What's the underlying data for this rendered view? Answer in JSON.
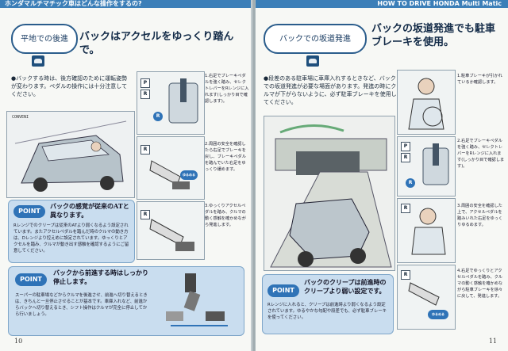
{
  "left": {
    "top_band": "ホンダマルチマチック車はどんな操作をするの?",
    "head_oval": "平地での後進",
    "headline": "バックはアクセルをゆっくり踏んで。",
    "lead": "●バックする時は、後方確認のために運転姿勢が変わります。ペダルの操作には十分注意してください。",
    "sign_text": "CONVENI",
    "steps": [
      "1.右足でブレーキペダルを強く踏み、セレクトレバーをRレンジに入れます(しっかり目で確認します)。",
      "2.周囲の安全を確認したら右足でブレーキを戻し、ブレーキペダルを踏んでいた右足をゆっくり緩めます。",
      "3.ゆっくりアクセルペダルを踏み、クルマの動く感触を確かめながら発進します。"
    ],
    "gears": [
      "P",
      "R"
    ],
    "gear_r": "R",
    "yuruku": "ゆるめる",
    "point1": {
      "pill": "POINT",
      "title": "バックの感覚が従来のATと異なります。",
      "body": "Rレンジでのクリープは従来のATより弱くなるよう設定されています。またアクセルペダルを踏んだ時のクルマの動き方は、Dレンジより控えめに設定されています。ゆっくりとアクセルを踏み、クルマが動き出す感触を確認するようにご留意してください。"
    },
    "point2": {
      "pill": "POINT",
      "title": "バックから前進する時はしっかり停止します。",
      "body": "スーパーの駐車場などからクルマを後進させ、前進へ切り替えるときは、きちんと一旦停止させることが基本です。車庫入れなど、前進からバックへ切り替えるとき、シフト操作はクルマが完全に停止してから行いましょう。"
    },
    "page_number": "10"
  },
  "right": {
    "top_band": "HOW TO DRIVE  HONDA Multi Matic",
    "head_oval": "バックでの坂道発進",
    "headline": "バックの坂道発進でも駐車ブレーキを使用。",
    "lead": "●段差のある駐車場に車庫入れするときなど、バックでの坂道発進が必要な場面があります。発進の時にクルマが下がらないように、必ず駐車ブレーキを使用してください。",
    "steps": [
      "1.駐車ブレーキが引かれているか確認します。",
      "2.右足でブレーキペダルを強く踏み、セレクトレバーをRレンジに入れます(しっかり目で確認します)。",
      "3.周囲の安全を確認した上で、アクセルペダルを踏みいれた右足をゆっくりゆるめます。",
      "4.右足でゆっくりとアクセルペダルを踏み、クルマの動く感触を確かめながら駐車ブレーキを徐々に戻して、発進します。"
    ],
    "gears": [
      "P",
      "R"
    ],
    "gear_r": "R",
    "yuruku": "ゆるめる",
    "point": {
      "pill": "POINT",
      "title": "バックのクリープは前進時のクリープより弱い設定です。",
      "body": "Rレンジに入れると、クリープは前進時より弱くなるよう設定されています。ゆるやかな勾配や段差でも、必ず駐車ブレーキを使ってください。"
    },
    "page_number": "11"
  },
  "colors": {
    "accent": "#2f73b7",
    "band": "#3c7fb8",
    "point_bg": "#c9ddef"
  }
}
